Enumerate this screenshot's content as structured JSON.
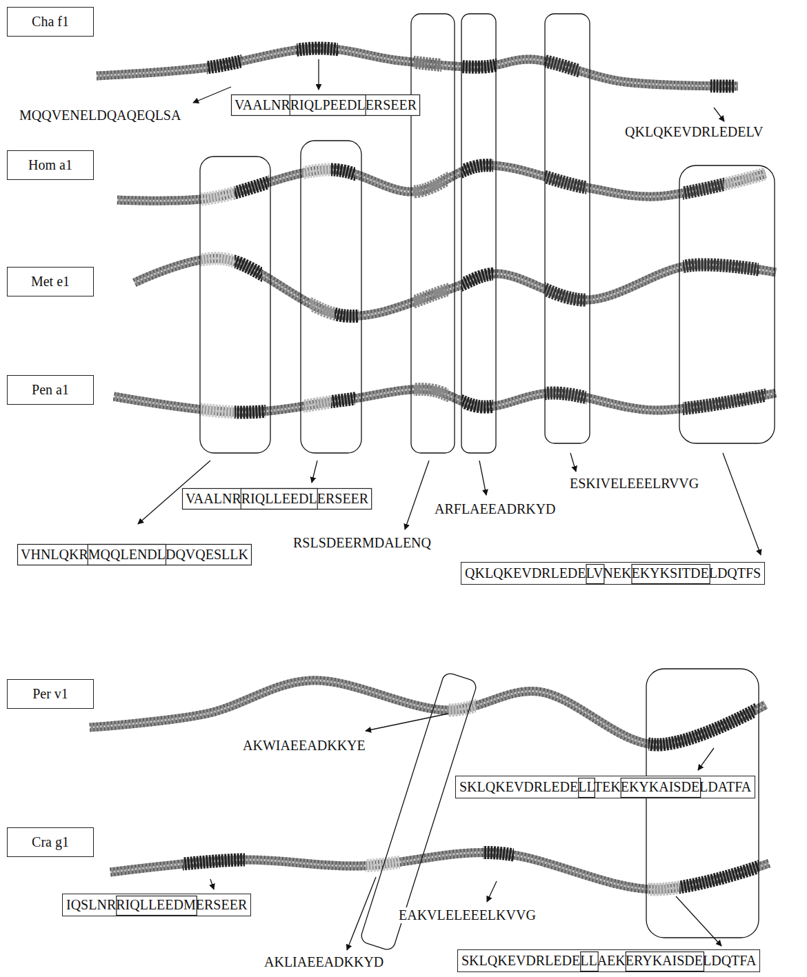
{
  "diagram": {
    "nodes": [
      {
        "text": [
          "Cha f1"
        ]
      },
      {
        "text": [
          "VAALNRRIQLPEEDLERSEER"
        ]
      },
      {
        "text": [
          "Hom a1"
        ]
      },
      {
        "text": [
          "Met e1"
        ]
      },
      {
        "text": [
          "Pen a1"
        ]
      },
      {
        "text": [
          "VAALNRRIQLLEEDLERSEER"
        ]
      },
      {
        "text": [
          "VHNLQKRMQQLENDLDQVQESLLK"
        ]
      },
      {
        "text": [
          "QKLQKEVDRLEDELVNEKEKYKSITDELDQTFS"
        ]
      },
      {
        "text": [
          "Per v1"
        ]
      },
      {
        "text": [
          "SKLQKEVDRLEDELLTEKEKYKAISDELDATFA"
        ]
      },
      {
        "text": [
          "Cra g1"
        ]
      },
      {
        "text": [
          "IQSLNRRIQLLEEDMERSEER"
        ]
      },
      {
        "text": [
          "SKLQKEVDRLEDELLAEKERYKAISDELDQTFA"
        ]
      }
    ],
    "labels": [
      "MQQVENELDQAQEQLSA",
      "QKLQKEVDRLEDELV",
      "ESKIVELEEELRVVG",
      "ARFLAEEADRKYD",
      "RSLSDEERMDALENQ",
      "AKWIAEEADKKYE",
      "EAKVLELEEELKVVG",
      "AKLIAEEADKKYD"
    ]
  }
}
